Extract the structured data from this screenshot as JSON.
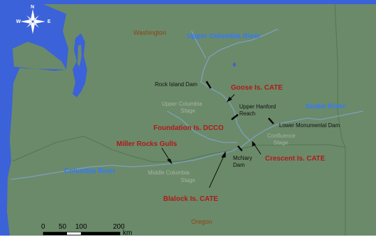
{
  "map": {
    "colors": {
      "land": "#6b8a6a",
      "water": "#3b62d8",
      "river_line": "#7fa0bd",
      "boundary": "#55744f",
      "colony_text": "#b01919",
      "river_text": "#2f7bff",
      "state_text": "#8b4513",
      "stage_text": "#a7b3a4"
    },
    "compass": {
      "icon": "compass-rose-icon",
      "north": "N",
      "east": "E",
      "west": "W"
    },
    "states": {
      "washington": "Washington",
      "oregon": "Oregon"
    },
    "rivers": {
      "upper_columbia": "Upper Columbia River",
      "snake": "Snake River",
      "columbia": "Columbia River"
    },
    "dams": {
      "rock_island": "Rock Island Dam",
      "lower_monumental": "Lower Monumental Dam",
      "mcnary_line1": "McNary",
      "mcnary_line2": "Dam"
    },
    "reach": {
      "line1": "Upper Hanford",
      "line2": "Reach"
    },
    "colonies": {
      "goose": "Goose Is. CATE",
      "foundation": "Foundation Is. DCCO",
      "crescent": "Crescent Is. CATE",
      "miller": "Miller Rocks Gulls",
      "blalock": "Blalock Is. CATE"
    },
    "stages": {
      "upper_line1": "Upper Columbia",
      "upper_line2": "Stage",
      "confluence_line1": "Confluence",
      "confluence_line2": "Stage",
      "middle_line1": "Middle Columbia",
      "middle_line2": "Stage"
    },
    "scale": {
      "ticks": [
        "0",
        "50",
        "100",
        "200"
      ],
      "unit": "km"
    }
  }
}
